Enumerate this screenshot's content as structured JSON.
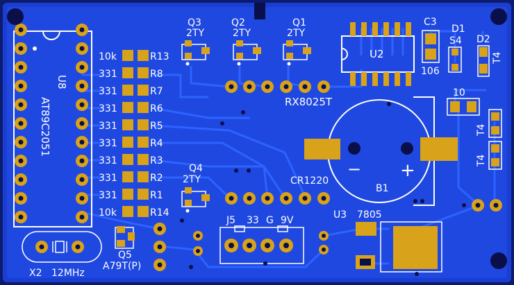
{
  "colors": {
    "board": "#1a3ecf",
    "copper": "#1e4fe8",
    "trace": "#2a5cff",
    "pad": "#d8a21a",
    "silk": "#ffffff",
    "hole": "#0a0f4a"
  },
  "chips": {
    "u8": {
      "ref": "U8",
      "part": "AT89C2051"
    },
    "u2": {
      "ref": "U2",
      "part": "RX8025T"
    },
    "u3": {
      "ref": "U3",
      "part": "7805"
    }
  },
  "transistors": {
    "q1": {
      "ref": "Q1",
      "part": "2TY"
    },
    "q2": {
      "ref": "Q2",
      "part": "2TY"
    },
    "q3": {
      "ref": "Q3",
      "part": "2TY"
    },
    "q4": {
      "ref": "Q4",
      "part": "2TY"
    },
    "q5": {
      "ref": "Q5",
      "part": "A79T(P)"
    }
  },
  "resistors": [
    {
      "value": "10k",
      "ref": "R13"
    },
    {
      "value": "331",
      "ref": "R8"
    },
    {
      "value": "331",
      "ref": "R7"
    },
    {
      "value": "331",
      "ref": "R6"
    },
    {
      "value": "331",
      "ref": "R5"
    },
    {
      "value": "331",
      "ref": "R4"
    },
    {
      "value": "331",
      "ref": "R3"
    },
    {
      "value": "331",
      "ref": "R2"
    },
    {
      "value": "331",
      "ref": "R1"
    },
    {
      "value": "10k",
      "ref": "R14"
    }
  ],
  "caps": {
    "c3": {
      "ref": "C3",
      "value": "106"
    },
    "c10": {
      "value": "10"
    }
  },
  "diodes": {
    "d1": {
      "ref": "D1",
      "part": "S4"
    },
    "d2": {
      "ref": "D2",
      "part": "T4"
    },
    "t4a": "T4",
    "t4b": "T4"
  },
  "battery": {
    "part": "CR1220",
    "ref": "B1",
    "minus": "−",
    "plus": "+"
  },
  "crystal": {
    "ref": "X2",
    "freq": "12MHz"
  },
  "connector": {
    "j5": "J5",
    "v33": "33",
    "gnd": "G",
    "v9": "9V"
  }
}
